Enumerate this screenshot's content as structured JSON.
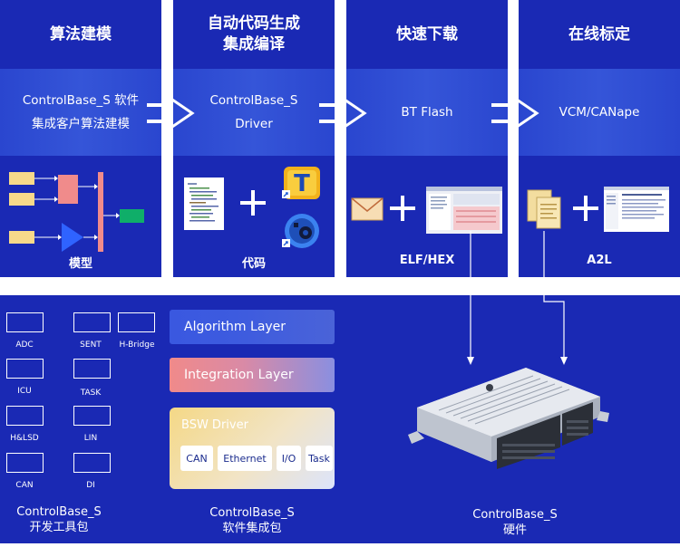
{
  "stages": [
    {
      "title": "算法建模",
      "band": "ControlBase_S 软件\n集成客户算法建模",
      "caption": "模型"
    },
    {
      "title": "自动代码生成\n集成编译",
      "band": "ControlBase_S\nDriver",
      "caption": "代码"
    },
    {
      "title": "快速下载",
      "band": "BT Flash",
      "caption": "ELF/HEX"
    },
    {
      "title": "在线标定",
      "band": "VCM/CANape",
      "caption": "A2L"
    }
  ],
  "modules": [
    {
      "label": "ADC"
    },
    {
      "label": "SENT"
    },
    {
      "label": "H-Bridge"
    },
    {
      "label": "ICU"
    },
    {
      "label": "TASK"
    },
    {
      "label": "H&LSD"
    },
    {
      "label": "LIN"
    },
    {
      "label": "CAN"
    },
    {
      "label": "DI"
    }
  ],
  "layers": {
    "algorithm": "Algorithm Layer",
    "integration": "Integration Layer",
    "bsw_title": "BSW Driver",
    "bsw_items": [
      "CAN",
      "Ethernet",
      "I/O",
      "Task"
    ]
  },
  "captions": {
    "toolkit": "ControlBase_S\n开发工具包",
    "package": "ControlBase_S\n软件集成包",
    "hardware": "ControlBase_S\n硬件"
  },
  "colors": {
    "panel": "#1a29b4",
    "band": "#3555d8",
    "algorithm_layer": "#3a58e0",
    "integration_layer": "#e88a8a"
  }
}
